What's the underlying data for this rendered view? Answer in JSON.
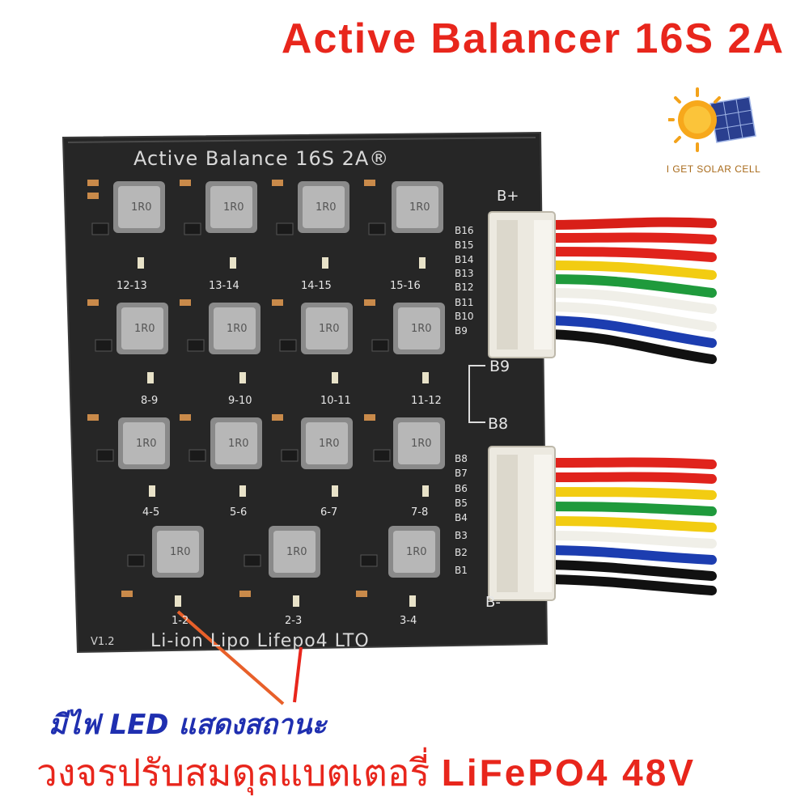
{
  "headline": "Active Balancer 16S 2A",
  "logo": {
    "icon": "sun-solar-panel-icon",
    "text": "I GET SOLAR CELL"
  },
  "pcb": {
    "title": "Active Balance 16S 2A®",
    "bottom_text": "Li-ion Lipo Lifepo4 LTO",
    "version": "V1.2",
    "inductor_marking": "1R0",
    "b_plus": "B+",
    "b_minus": "B-",
    "b9": "B9",
    "b8": "B8",
    "upper_pins": [
      "B16",
      "B15",
      "B14",
      "B13",
      "B12",
      "B11",
      "B10",
      "B9"
    ],
    "lower_pins": [
      "B8",
      "B7",
      "B6",
      "B5",
      "B4",
      "B3",
      "B2",
      "B1"
    ],
    "cell_labels": [
      "12-13",
      "13-14",
      "14-15",
      "15-16",
      "8-9",
      "9-10",
      "10-11",
      "11-12",
      "4-5",
      "5-6",
      "6-7",
      "7-8",
      "1-2",
      "2-3",
      "3-4"
    ]
  },
  "wire_colors": [
    "#e0231c",
    "#e0231c",
    "#f2cc12",
    "#1f9a3c",
    "#f0efe8",
    "#f0efe8",
    "#1c3db0",
    "#111111"
  ],
  "annotation": {
    "text": "มีไฟ LED แสดงสถานะ",
    "arrow_color": "#e8261c",
    "pointer_color": "#e8602a"
  },
  "footer": {
    "thai": "วงจรปรับสมดุลแบตเตอรี่ ",
    "en": "LiFePO4 48V"
  }
}
